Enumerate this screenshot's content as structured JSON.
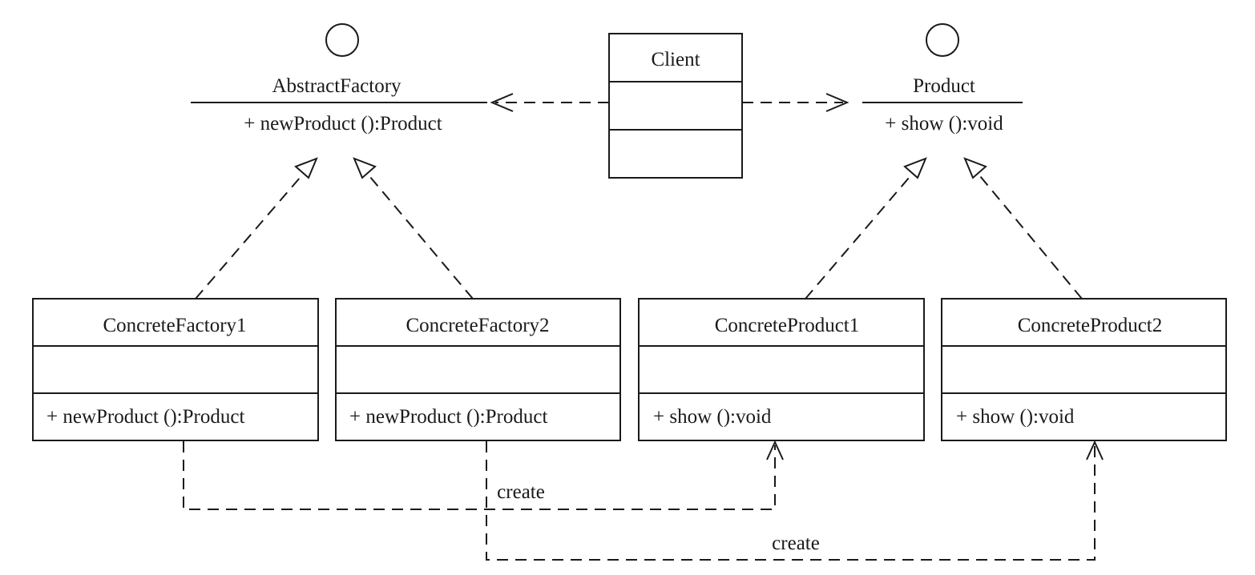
{
  "interfaces": {
    "abstract_factory": {
      "name": "AbstractFactory",
      "operation": "+ newProduct ():Product"
    },
    "product": {
      "name": "Product",
      "operation": "+ show ():void"
    }
  },
  "client": {
    "name": "Client"
  },
  "classes": {
    "concrete_factory_1": {
      "name": "ConcreteFactory1",
      "operation": "+ newProduct ():Product"
    },
    "concrete_factory_2": {
      "name": "ConcreteFactory2",
      "operation": "+ newProduct ():Product"
    },
    "concrete_product_1": {
      "name": "ConcreteProduct1",
      "operation": "+ show ():void"
    },
    "concrete_product_2": {
      "name": "ConcreteProduct2",
      "operation": "+ show ():void"
    }
  },
  "relations": {
    "create_1": "create",
    "create_2": "create"
  }
}
